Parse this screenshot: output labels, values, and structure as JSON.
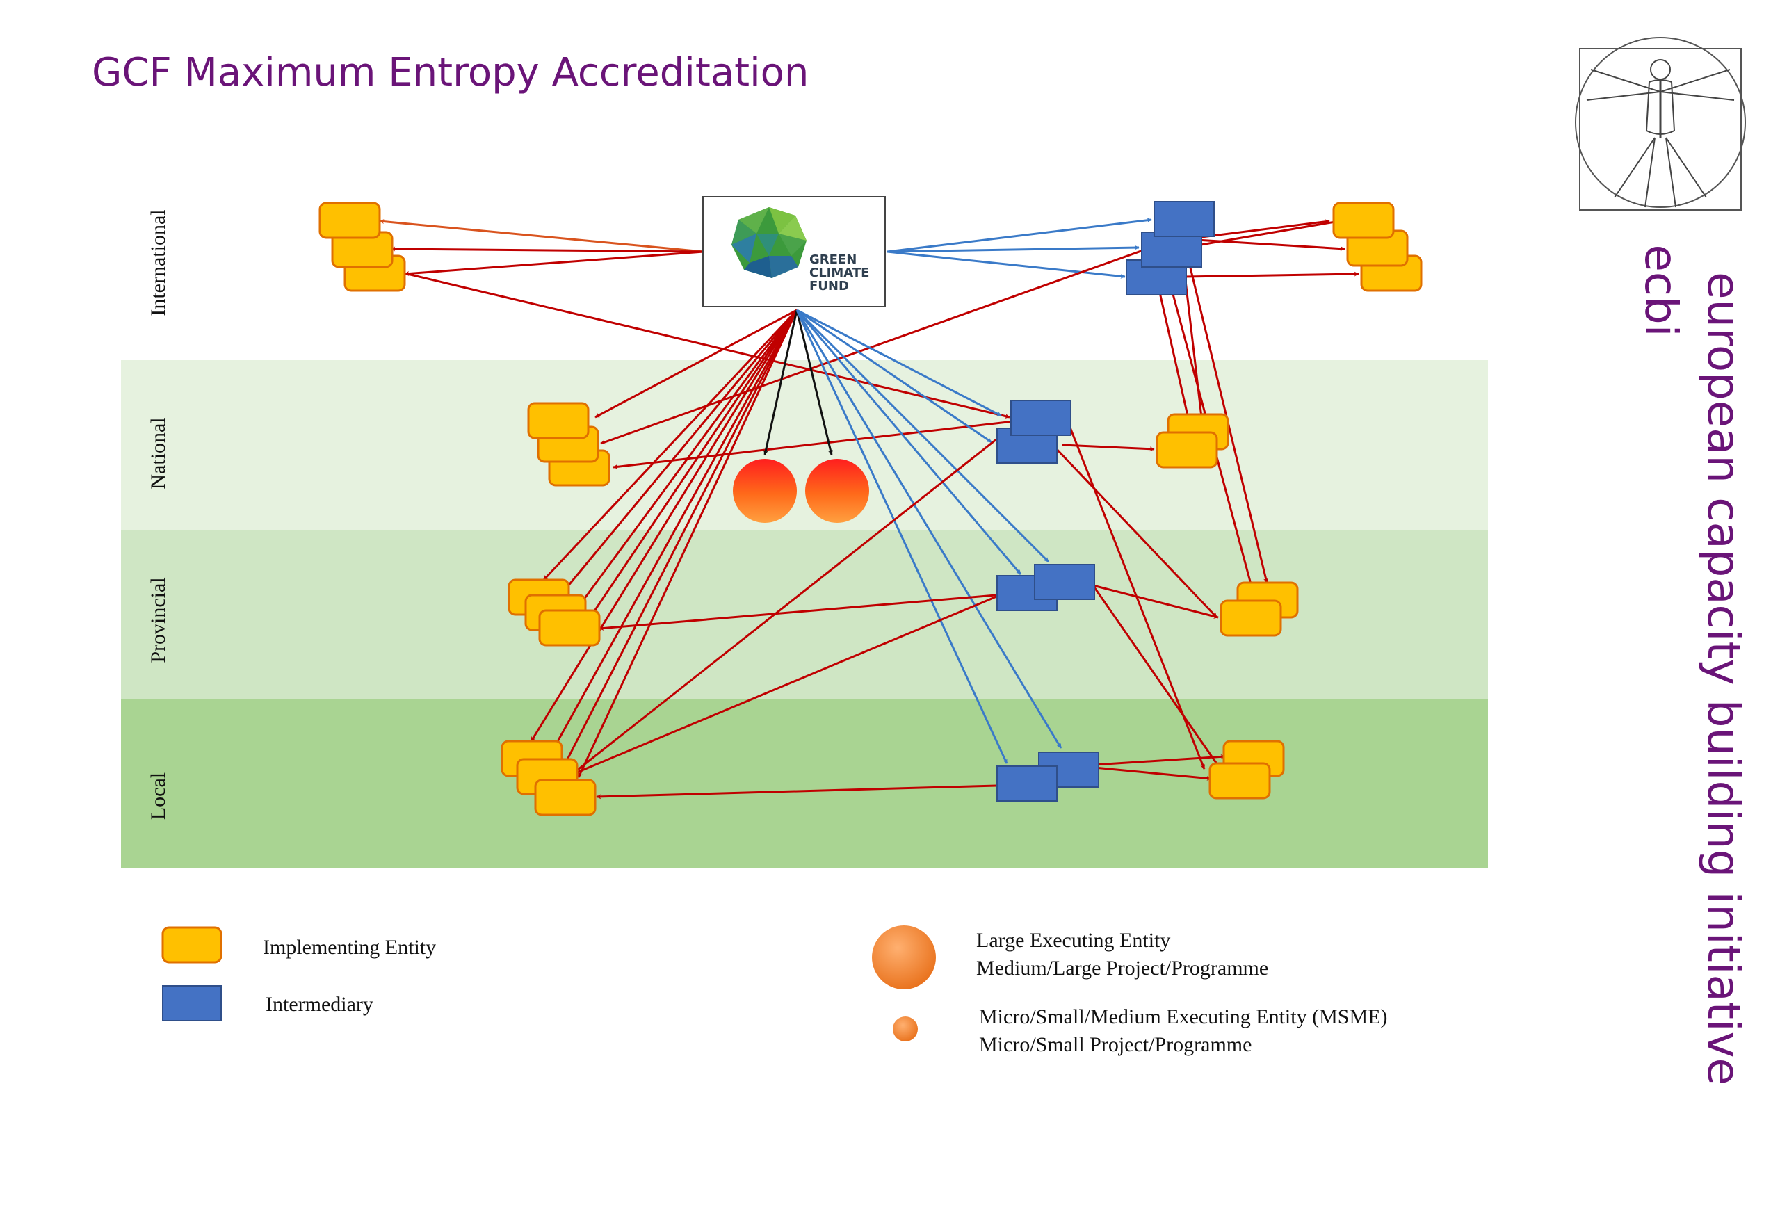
{
  "title": "GCF Maximum Entropy Accreditation",
  "levels": [
    "International",
    "National",
    "Provincial",
    "Local"
  ],
  "gcf": {
    "name_lines": [
      "GREEN",
      "CLIMATE",
      "FUND"
    ]
  },
  "legend": {
    "implementing_entity": "Implementing Entity",
    "intermediary": "Intermediary",
    "large_executing_entity": [
      "Large Executing Entity",
      "Medium/Large Project/Programme"
    ],
    "msme": [
      "Micro/Small/Medium Executing Entity (MSME)",
      "Micro/Small Project/Programme"
    ]
  },
  "brand": {
    "tagline": "european capacity building initiative",
    "acronym": "ecbi"
  },
  "colors": {
    "title": "#6a1478",
    "implementing_fill": "#ffc000",
    "implementing_stroke": "#e07000",
    "intermediary_fill": "#4472c4",
    "intermediary_stroke": "#2f4f8a",
    "arrow_red": "#c00000",
    "arrow_blue": "#3a7ac8",
    "arrow_orange": "#d9531e",
    "arrow_black": "#111111",
    "band_national": "#e6f2df",
    "band_provincial": "#cfe6c4",
    "band_local": "#a9d492"
  },
  "icons": [
    "globe-icon",
    "vitruvian-man-icon"
  ]
}
